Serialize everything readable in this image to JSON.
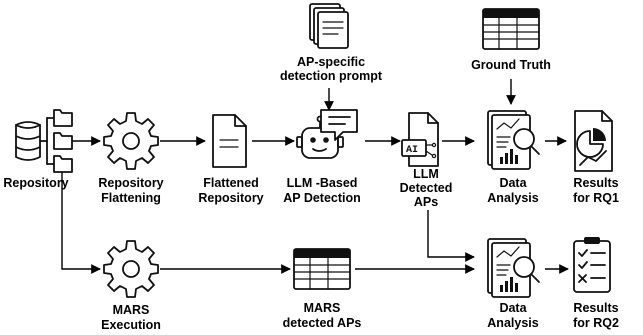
{
  "nodes": {
    "repository": {
      "label": [
        "Repository"
      ],
      "icon": "database-folders-icon"
    },
    "repository_flattening": {
      "label": [
        "Repository",
        "Flattening"
      ],
      "icon": "gear-icon"
    },
    "flattened_repository": {
      "label": [
        "Flattened",
        "Repository"
      ],
      "icon": "document-icon"
    },
    "llm_detection": {
      "label": [
        "LLM -Based",
        "AP Detection"
      ],
      "icon": "robot-chat-icon"
    },
    "detection_prompt": {
      "label": [
        "AP-specific",
        "detection prompt"
      ],
      "icon": "documents-stack-icon"
    },
    "llm_detected_aps": {
      "label": [
        "LLM",
        "Detected",
        "APs"
      ],
      "icon": "ai-document-icon"
    },
    "ground_truth": {
      "label": [
        "Ground Truth"
      ],
      "icon": "table-icon"
    },
    "data_analysis_1": {
      "label": [
        "Data",
        "Analysis"
      ],
      "icon": "report-magnifier-icon"
    },
    "results_rq1": {
      "label": [
        "Results",
        "for RQ1"
      ],
      "icon": "pie-report-icon"
    },
    "mars_execution": {
      "label": [
        "MARS",
        "Execution"
      ],
      "icon": "gear-icon"
    },
    "mars_detected": {
      "label": [
        "MARS",
        "detected APs"
      ],
      "icon": "table-icon"
    },
    "data_analysis_2": {
      "label": [
        "Data",
        "Analysis"
      ],
      "icon": "report-magnifier-icon"
    },
    "results_rq2": {
      "label": [
        "Results",
        "for RQ2"
      ],
      "icon": "checklist-icon"
    }
  },
  "edges": [
    [
      "repository",
      "repository_flattening"
    ],
    [
      "repository_flattening",
      "flattened_repository"
    ],
    [
      "flattened_repository",
      "llm_detection"
    ],
    [
      "detection_prompt",
      "llm_detection"
    ],
    [
      "llm_detection",
      "llm_detected_aps"
    ],
    [
      "llm_detected_aps",
      "data_analysis_1"
    ],
    [
      "ground_truth",
      "data_analysis_1"
    ],
    [
      "data_analysis_1",
      "results_rq1"
    ],
    [
      "repository",
      "mars_execution"
    ],
    [
      "mars_execution",
      "mars_detected"
    ],
    [
      "mars_detected",
      "data_analysis_2"
    ],
    [
      "llm_detected_aps",
      "data_analysis_2"
    ],
    [
      "data_analysis_2",
      "results_rq2"
    ]
  ]
}
